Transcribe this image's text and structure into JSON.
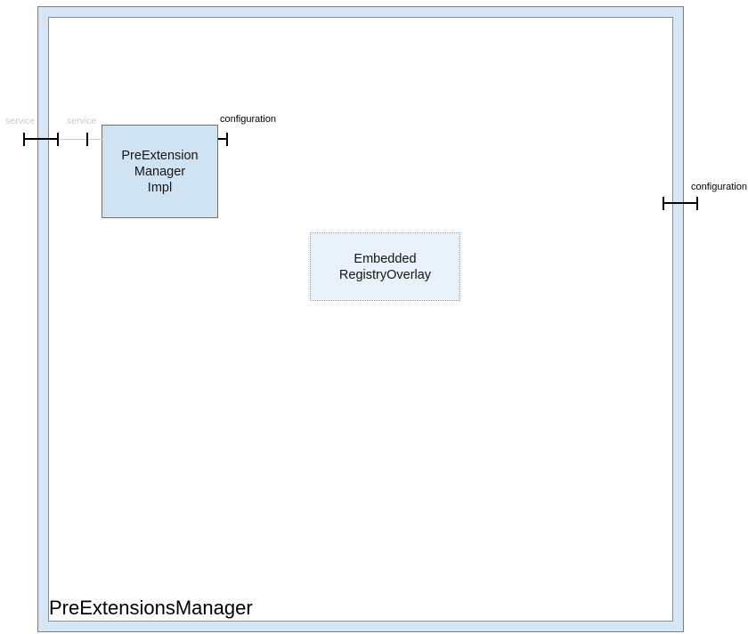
{
  "diagram": {
    "frame": {
      "label": "PreExtensionsManager"
    },
    "components": {
      "impl": {
        "line1": "PreExtension",
        "line2": "Manager",
        "line3": "Impl"
      },
      "overlay": {
        "line1": "Embedded",
        "line2": "RegistryOverlay"
      }
    },
    "ports": {
      "service_external": {
        "label": "service"
      },
      "service_internal": {
        "label": "service"
      },
      "configuration_impl": {
        "label": "configuration"
      },
      "configuration_frame": {
        "label": "configuration"
      }
    },
    "colors": {
      "frame_band": "#d7e6f4",
      "frame_border": "#7f7f7f",
      "inner_border": "#8c8c8c",
      "impl_fill": "#cfe3f3",
      "impl_border": "#6f6f6f",
      "overlay_fill": "#e9f2fa",
      "overlay_border": "#9a9a9a",
      "connector_black": "#000000",
      "connector_gray": "#c8c8c8",
      "service_label_gray": "#c9c9c9",
      "text": "#111111"
    }
  }
}
